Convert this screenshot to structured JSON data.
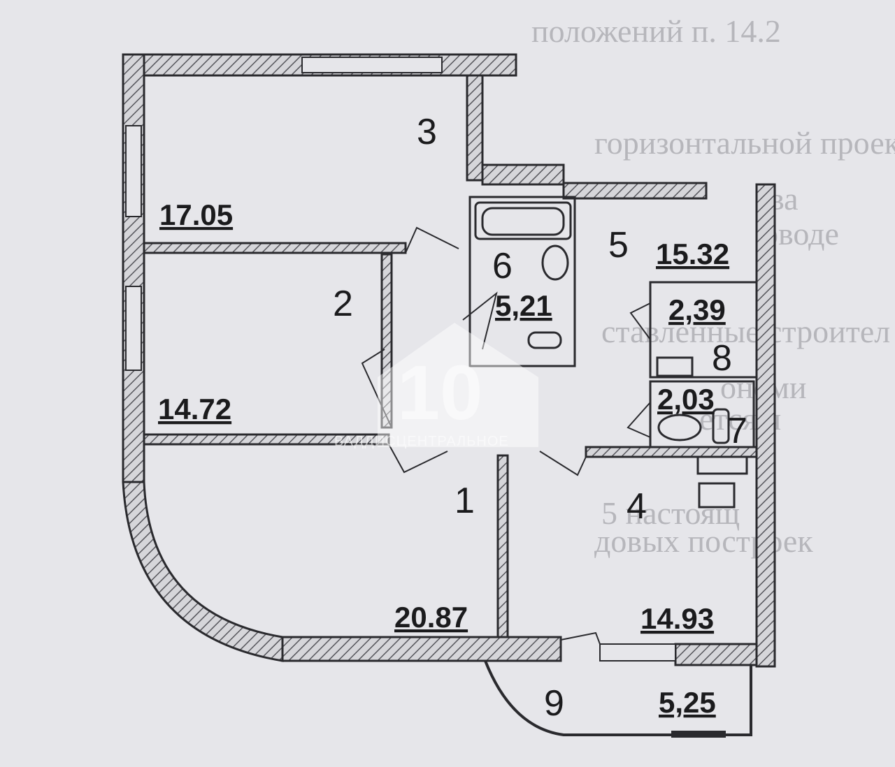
{
  "rooms": [
    {
      "number": "1",
      "area": "20.87"
    },
    {
      "number": "2",
      "area": "14.72"
    },
    {
      "number": "3",
      "area": "17.05"
    },
    {
      "number": "4",
      "area": "14.93"
    },
    {
      "number": "5",
      "area": "15.32"
    },
    {
      "number": "6",
      "area": "5,21"
    },
    {
      "number": "7",
      "area": "2,03"
    },
    {
      "number": "8",
      "area": "2,39"
    },
    {
      "number": "9",
      "area": "5,25"
    }
  ],
  "watermark": {
    "logo_text": "10",
    "caption": "ВАДДИСЦЕНТРАЛЬНОЕ"
  },
  "colors": {
    "paper": "#e6e6ea",
    "wall": "#2a2a2e",
    "hatch": "#6d6d73",
    "ink": "#1b1b1d"
  }
}
